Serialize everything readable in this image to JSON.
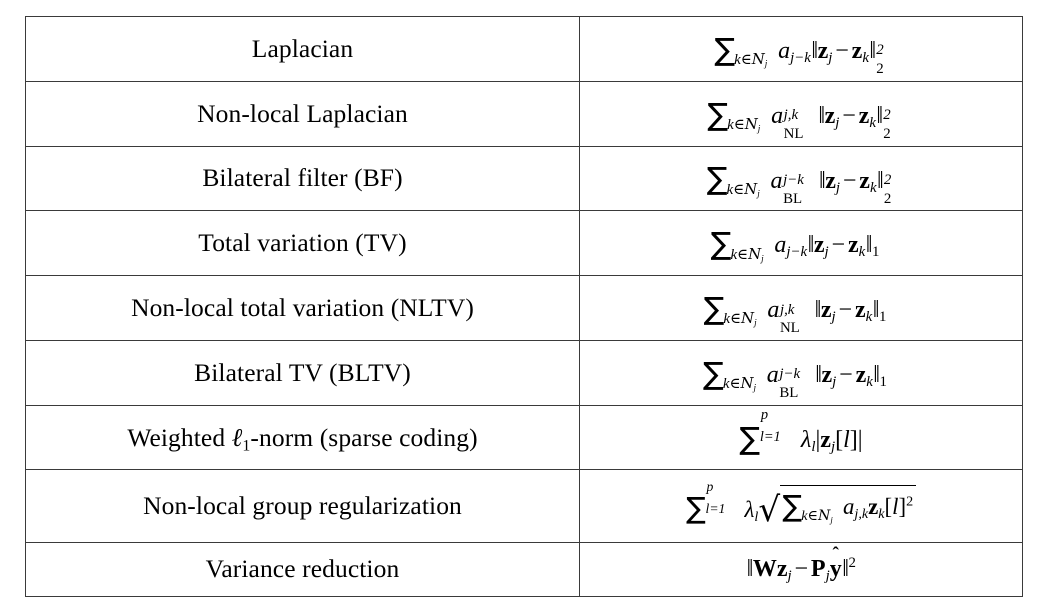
{
  "document": {
    "kind": "latex-table",
    "columns": 2,
    "row_count": 9,
    "rule_color": "#3a3a3a",
    "background_color": "#ffffff",
    "text_color": "#000000"
  },
  "table": {
    "rows": [
      {
        "name": "Laplacian",
        "formula_tex": "\\sum_{k\\in\\mathcal{N}_j} a_{j-k}\\|\\mathbf{z}_j-\\mathbf{z}_k\\|_2^2",
        "formula_plain": "sum_{k in N_j} a_{j-k} ||z_j - z_k||_2^2"
      },
      {
        "name": "Non-local Laplacian",
        "formula_tex": "\\sum_{k\\in\\mathcal{N}_j} a_{\\mathrm{NL}}^{j,k}\\|\\mathbf{z}_j-\\mathbf{z}_k\\|_2^2",
        "formula_plain": "sum_{k in N_j} a_NL^{j,k} ||z_j - z_k||_2^2"
      },
      {
        "name": "Bilateral filter (BF)",
        "formula_tex": "\\sum_{k\\in\\mathcal{N}_j} a_{\\mathrm{BL}}^{j-k}\\|\\mathbf{z}_j-\\mathbf{z}_k\\|_2^2",
        "formula_plain": "sum_{k in N_j} a_BL^{j-k} ||z_j - z_k||_2^2"
      },
      {
        "name": "Total variation (TV)",
        "formula_tex": "\\sum_{k\\in\\mathcal{N}_j} a_{j-k}\\|\\mathbf{z}_j-\\mathbf{z}_k\\|_1",
        "formula_plain": "sum_{k in N_j} a_{j-k} ||z_j - z_k||_1"
      },
      {
        "name": "Non-local total variation (NLTV)",
        "formula_tex": "\\sum_{k\\in\\mathcal{N}_j} a_{\\mathrm{NL}}^{j,k}\\|\\mathbf{z}_j-\\mathbf{z}_k\\|_1",
        "formula_plain": "sum_{k in N_j} a_NL^{j,k} ||z_j - z_k||_1"
      },
      {
        "name": "Bilateral TV (BLTV)",
        "formula_tex": "\\sum_{k\\in\\mathcal{N}_j} a_{\\mathrm{BL}}^{j-k}\\|\\mathbf{z}_j-\\mathbf{z}_k\\|_1",
        "formula_plain": "sum_{k in N_j} a_BL^{j-k} ||z_j - z_k||_1"
      },
      {
        "name_prefix": "Weighted ",
        "name_symbol": "ℓ",
        "name_symbol_sub": "1",
        "name_suffix": "-norm (sparse coding)",
        "name": "Weighted ℓ1-norm (sparse coding)",
        "formula_tex": "\\sum_{l=1}^{p}\\lambda_l|\\mathbf{z}_j[l]|",
        "formula_plain": "sum_{l=1}^{p} lambda_l |z_j[l]|"
      },
      {
        "name": "Non-local group regularization",
        "formula_tex": "\\sum_{l=1}^{p}\\lambda_l\\sqrt{\\sum_{k\\in\\mathcal{N}_j} a_{j,k}\\mathbf{z}_k[l]^2}",
        "formula_plain": "sum_{l=1}^{p} lambda_l sqrt( sum_{k in N_j} a_{j,k} z_k[l]^2 )"
      },
      {
        "name": "Variance reduction",
        "formula_tex": "\\|\\mathbf{W}\\mathbf{z}_j-\\mathbf{P}_j\\hat{\\mathbf{y}}\\|^2",
        "formula_plain": "||W z_j - P_j y-hat||^2"
      }
    ]
  },
  "symbols": {
    "sum": "∑",
    "in": "∈",
    "cal_N": "𝒩",
    "lambda": "λ",
    "ell": "ℓ",
    "minus": "−",
    "radical": "√",
    "double_bar": "‖",
    "single_bar": "|",
    "hat": "ˆ"
  }
}
